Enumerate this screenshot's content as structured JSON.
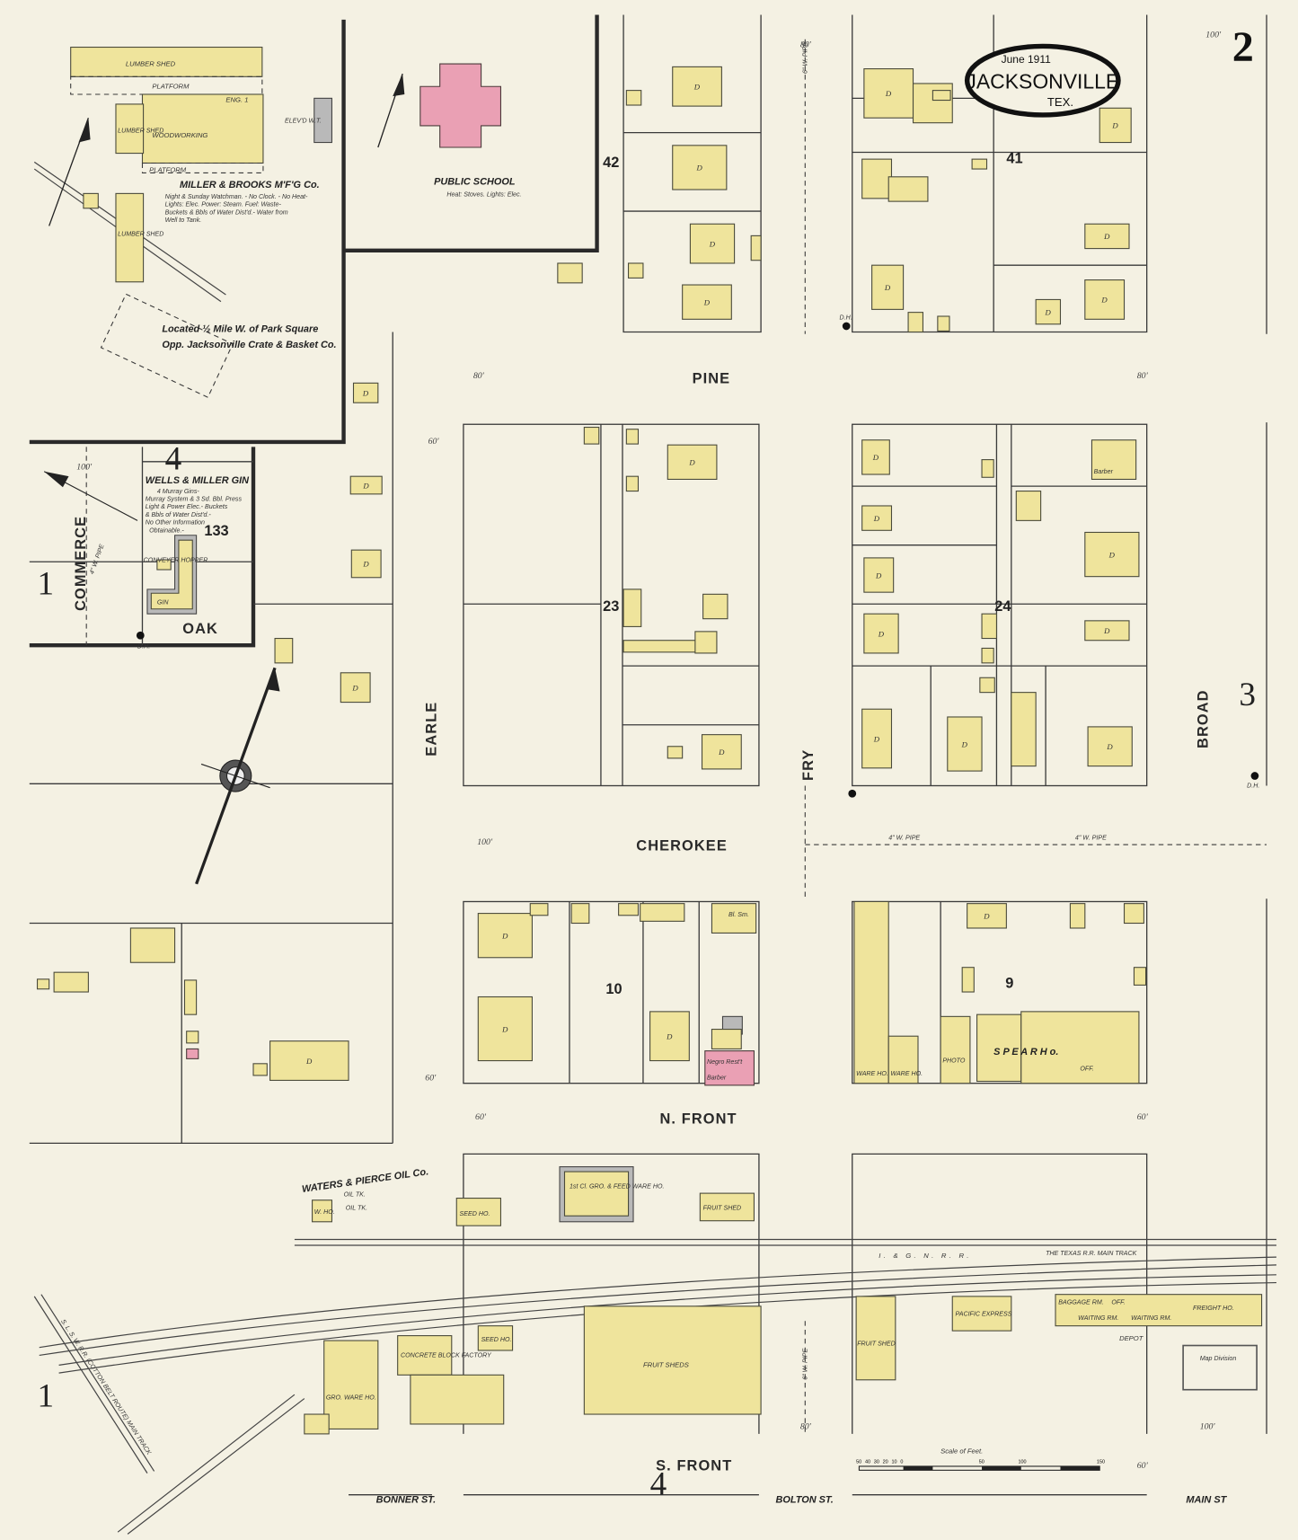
{
  "title": {
    "date": "June 1911",
    "city": "Jacksonville",
    "state": "Tex."
  },
  "sheet_number": "2",
  "adjoining_sheets": [
    "1",
    "3",
    "4",
    "4",
    "1"
  ],
  "streets": {
    "pine": "PINE",
    "cherokee": "CHEROKEE",
    "n_front": "N.  FRONT",
    "s_front": "S.  FRONT",
    "earle": "EARLE",
    "fry": "FRY",
    "broad": "BROAD",
    "commerce": "COMMERCE",
    "oak": "OAK",
    "bonner": "BONNER ST.",
    "bolton": "BOLTON ST.",
    "main": "MAIN ST"
  },
  "blocks": [
    "42",
    "41",
    "23",
    "24",
    "10",
    "9",
    "133"
  ],
  "dwelling_label": "D",
  "miller_brooks": {
    "name": "MILLER & BROOKS M'F'G Co.",
    "notes": [
      "Night & Sunday Watchman. - No Clock. - No Heat-",
      "Lights: Elec. Power: Steam. Fuel: Waste-",
      "Buckets & Bbls of Water Dist'd.- Water from",
      "Well to Tank."
    ],
    "lumber_shed": "LUMBER SHED",
    "platform": "PLATFORM",
    "woodworking": "WOODWORKING",
    "eng": "ENG. 1",
    "elev": "ELEV'D W.T.",
    "location": "Located ½ Mile W. of Park Square",
    "opposite": "Opp. Jacksonville Crate & Basket Co."
  },
  "public_school": {
    "name": "PUBLIC SCHOOL",
    "notes": "Heat: Stoves. Lights: Elec."
  },
  "wells_miller": {
    "name": "WELLS & MILLER GIN",
    "notes": [
      "4 Murray Gins-",
      "Murray System & 3 Sd. Bbl. Press",
      "Light & Power Elec.- Buckets",
      "& Bbls of Water Dist'd.-",
      "No Other Information",
      "Obtainable.-"
    ],
    "conveyer": "CONVEYER HOPPER",
    "gin": "GIN"
  },
  "waters_pierce": {
    "name": "WATERS & PIERCE OIL Co.",
    "oil_tank": "OIL TK.",
    "ware_house": "W. HO."
  },
  "labels": {
    "seed_house": "SEED HO.",
    "grocery_feed": "1st Cl. GRO. & FEED WARE HO.",
    "fruit_shed": "FRUIT SHED",
    "fruit_sheds": "FRUIT SHEDS",
    "concrete_block": "CONCRETE BLOCK FACTORY",
    "grocery_ware_house": "GRO. WARE HO.",
    "spear_house": "S P E A R  H o.",
    "ware_house": "WARE HO.",
    "photo": "PHOTO",
    "barber": "Barber",
    "negro_restaurant": "Negro Rest't",
    "blacksmith": "Bl. Sm.",
    "pacific_express": "PACIFIC EXPRESS",
    "baggage": "BAGGAGE RM.",
    "waiting_1": "WAITING RM.",
    "office": "OFF.",
    "waiting_2": "WAITING RM.",
    "freight": "FREIGHT HO.",
    "depot": "DEPOT",
    "office_small": "OFF."
  },
  "railroads": {
    "ign": "I.  &  G.  N.  R.  R.",
    "texas": "THE TEXAS R.R. MAIN TRACK",
    "slsw": "S. L. S. W. R.R. (COTTON BELT ROUTE) MAIN TRACK"
  },
  "pipes": {
    "six_inch": "6\" W. PIPE",
    "four_inch": "4\" W. PIPE"
  },
  "dimensions": {
    "d80": "80'",
    "d100": "100'",
    "d60": "60'"
  },
  "scale": {
    "title": "Scale of Feet.",
    "ticks": [
      "50",
      "40",
      "30",
      "20",
      "10",
      "0",
      "50",
      "100",
      "150"
    ]
  },
  "stamp": "Map Division",
  "hydrant": "D.H.",
  "colors": {
    "paper": "#f4f1e3",
    "frame": "#efe49c",
    "brick": "#eaa0b4",
    "iron_clad": "#b9b9b9"
  }
}
